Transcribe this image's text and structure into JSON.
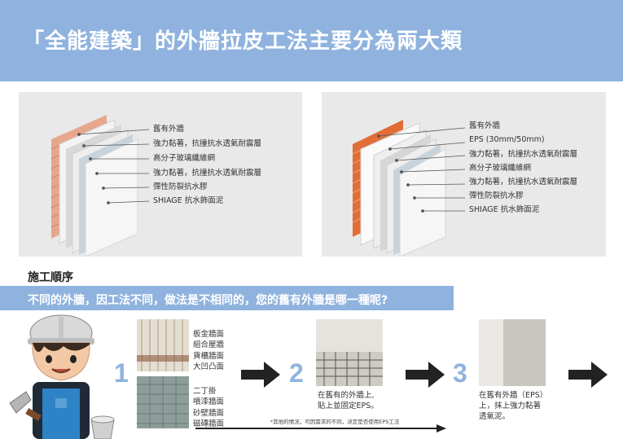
{
  "header": {
    "title": "「全能建築」的外牆拉皮工法主要分為兩大類"
  },
  "panel_left": {
    "layers": [
      "舊有外牆",
      "強力黏著，抗撞抗水透氣耐震層",
      "高分子玻璃纖維網",
      "強力黏著，抗撞抗水透氣耐震層",
      "彈性防裂抗水膠",
      "SHIAGE 抗水飾面泥"
    ]
  },
  "panel_right": {
    "layers": [
      "舊有外牆",
      "EPS (30mm/50mm)",
      "強力黏著，抗撞抗水透氣耐震層",
      "高分子玻璃纖維網",
      "強力黏著，抗撞抗水透氣耐震層",
      "彈性防裂抗水膠",
      "SHIAGE 抗水飾面泥"
    ]
  },
  "process": {
    "title": "施工順序",
    "question": "不同的外牆，因工法不同，做法是不相同的，您的舊有外牆是哪一種呢?",
    "steps": [
      {
        "number": "1",
        "wall_types_a": [
          "板金牆面",
          "組合屋牆",
          "貨櫃牆面",
          "大凹凸面"
        ],
        "wall_types_b": [
          "二丁掛",
          "噴漆牆面",
          "砂壁牆面",
          "磁磚牆面"
        ]
      },
      {
        "number": "2",
        "caption": [
          "在舊有的外牆上,",
          "貼上並固定EPS。"
        ]
      },
      {
        "number": "3",
        "caption": [
          "在舊有外牆（EPS）",
          "上，抹上強力黏著",
          "透氣泥。"
        ]
      }
    ],
    "footnote": "*其他的情況，可因需求的不同，決定是否使用EPS工法"
  },
  "colors": {
    "accent": "#8fb3de",
    "brick": "#e26d37",
    "arrow": "#222222"
  }
}
